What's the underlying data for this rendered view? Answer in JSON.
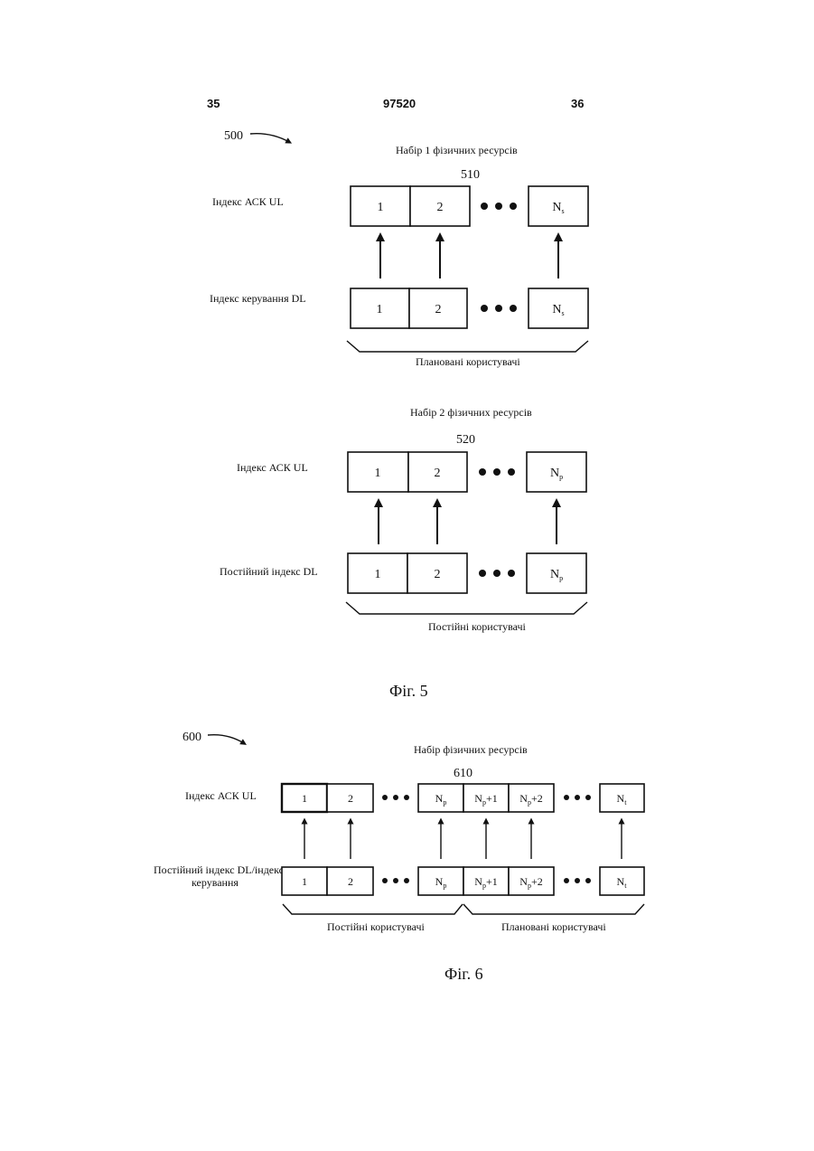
{
  "header": {
    "left_page": "35",
    "patent_number": "97520",
    "right_page": "36"
  },
  "fig5": {
    "ref": "500",
    "caption": "Фіг. 5",
    "set1": {
      "title": "Набір 1 фізичних ресурсів",
      "ref": "510",
      "ul_label": "Індекс АСК UL",
      "dl_label": "Індекс керування DL",
      "cell1": "1",
      "cell2": "2",
      "cell_last": "N",
      "cell_last_sub": "s",
      "brace_label": "Плановані користувачі"
    },
    "set2": {
      "title": "Набір 2 фізичних ресурсів",
      "ref": "520",
      "ul_label": "Індекс АСК UL",
      "dl_label": "Постійний індекс DL",
      "cell1": "1",
      "cell2": "2",
      "cell_last": "N",
      "cell_last_sub": "p",
      "brace_label": "Постійні користувачі"
    }
  },
  "fig6": {
    "ref": "600",
    "caption": "Фіг. 6",
    "title": "Набір фізичних ресурсів",
    "set_ref": "610",
    "ul_label": "Індекс АСК UL",
    "dl_label_line1": "Постійний індекс DL/індекс",
    "dl_label_line2": "керування",
    "cells": {
      "c1": "1",
      "c2": "2",
      "np": "N",
      "np_sub": "p",
      "np1_main": "N",
      "np1_sub": "p",
      "np1_tail": "+1",
      "np2_main": "N",
      "np2_sub": "p",
      "np2_tail": "+2",
      "nt": "N",
      "nt_sub": "t"
    },
    "brace_left_label": "Постійні користувачі",
    "brace_right_label": "Плановані користувачі"
  }
}
